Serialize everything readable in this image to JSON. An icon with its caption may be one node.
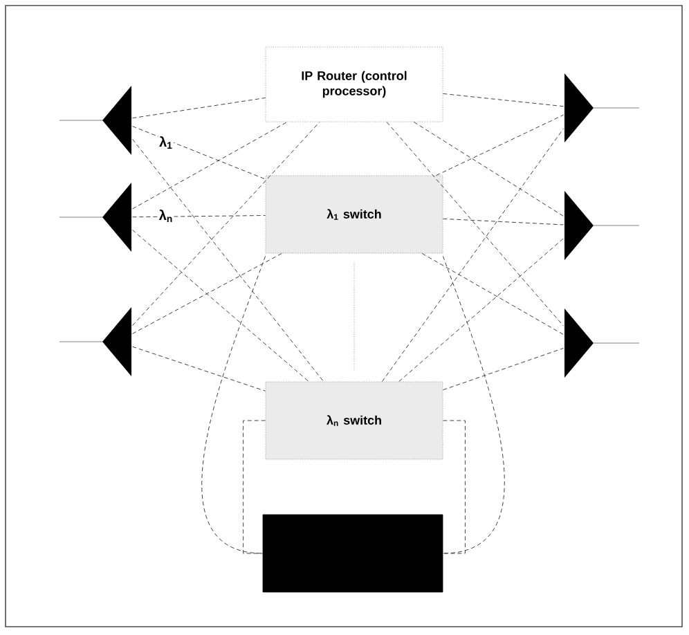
{
  "diagram": {
    "nodes": [
      {
        "text": [
          "IP Router (control processor)"
        ]
      },
      {
        "text": [
          "λ$_{1}$ switch"
        ]
      },
      {
        "text": [
          "λ$_{n}$ switch"
        ]
      },
      {
        "text": [],
        "shape": "box"
      },
      {
        "text": [],
        "shape": "triangle"
      },
      {
        "text": [],
        "shape": "triangle"
      },
      {
        "text": [],
        "shape": "triangle"
      },
      {
        "text": [],
        "shape": "triangle"
      },
      {
        "text": [],
        "shape": "triangle"
      },
      {
        "text": [],
        "shape": "triangle"
      }
    ],
    "edges": [
      {
        "from": null,
        "to": 4,
        "arrow": "none"
      },
      {
        "from": null,
        "to": 5,
        "arrow": "none"
      },
      {
        "from": null,
        "to": 6,
        "arrow": "none"
      },
      {
        "from": 4,
        "to": 0,
        "arrow": "none",
        "style": "dashed"
      },
      {
        "from": 4,
        "to": 1,
        "arrow": "none",
        "style": "dashed"
      },
      {
        "from": 4,
        "to": 2,
        "arrow": "none",
        "style": "dashed"
      },
      {
        "from": 5,
        "to": 0,
        "arrow": "none",
        "style": "dashed"
      },
      {
        "from": 5,
        "to": 1,
        "arrow": "none",
        "style": "dashed"
      },
      {
        "from": 5,
        "to": 2,
        "arrow": "none",
        "style": "dashed"
      },
      {
        "from": 6,
        "to": 0,
        "arrow": "none",
        "style": "dashed"
      },
      {
        "from": 6,
        "to": 1,
        "arrow": "none",
        "style": "dashed"
      },
      {
        "from": 6,
        "to": 2,
        "arrow": "none",
        "style": "dashed"
      },
      {
        "from": 0,
        "to": 7,
        "arrow": "none",
        "style": "dashed"
      },
      {
        "from": 0,
        "to": 8,
        "arrow": "none",
        "style": "dashed"
      },
      {
        "from": 0,
        "to": 9,
        "arrow": "none",
        "style": "dashed"
      },
      {
        "from": 1,
        "to": 7,
        "arrow": "none",
        "style": "dashed"
      },
      {
        "from": 1,
        "to": 8,
        "arrow": "none",
        "style": "dashed"
      },
      {
        "from": 1,
        "to": 9,
        "arrow": "none",
        "style": "dashed"
      },
      {
        "from": 2,
        "to": 7,
        "arrow": "none",
        "style": "dashed"
      },
      {
        "from": 2,
        "to": 8,
        "arrow": "none",
        "style": "dashed"
      },
      {
        "from": 2,
        "to": 9,
        "arrow": "none",
        "style": "dashed"
      },
      {
        "from": 1,
        "to": 3,
        "arrow": "none",
        "style": "dashed"
      },
      {
        "from": 1,
        "to": 3,
        "arrow": "none",
        "style": "dashed"
      },
      {
        "from": 2,
        "to": 3,
        "arrow": "none",
        "style": "dashed"
      },
      {
        "from": 2,
        "to": 3,
        "arrow": "none",
        "style": "dashed"
      },
      {
        "from": 7,
        "to": null,
        "arrow": "none"
      },
      {
        "from": 8,
        "to": null,
        "arrow": "none"
      },
      {
        "from": 9,
        "to": null,
        "arrow": "none"
      }
    ],
    "labels": [
      "λ$_{1}$",
      "λ$_{n}$"
    ]
  }
}
